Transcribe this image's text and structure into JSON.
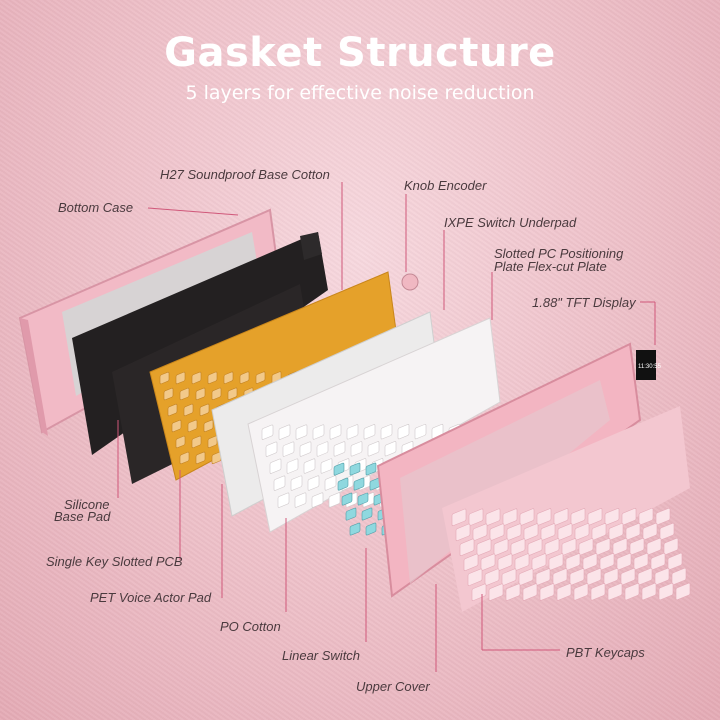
{
  "header": {
    "title": "Gasket Structure",
    "subtitle": "5 layers for effective noise reduction"
  },
  "colors": {
    "background": "#efc3cb",
    "pink_case": "#f2b8c4",
    "pcb": "#e5a12a",
    "black_layer": "#1f1d1e",
    "white_plate": "#f4f1f2",
    "switch_cyan": "#8fd8df",
    "leader_line": "#d0587a"
  },
  "labels": {
    "bottom_case": "Bottom Case",
    "h27_cotton": "H27 Soundproof Base Cotton",
    "knob_encoder": "Knob Encoder",
    "ixpe_underpad": "IXPE Switch Underpad",
    "slotted_pc_1": "Slotted PC Positioning",
    "slotted_pc_2": "Plate Flex-cut Plate",
    "tft_display": "1.88\" TFT Display",
    "silicone_1": "Silicone",
    "silicone_2": "Base Pad",
    "single_key_pcb": "Single Key Slotted PCB",
    "pet_pad": "PET Voice Actor Pad",
    "po_cotton": "PO Cotton",
    "linear_switch": "Linear Switch",
    "upper_cover": "Upper Cover",
    "pbt_keycaps": "PBT Keycaps"
  },
  "display_readout": "11:30:55"
}
